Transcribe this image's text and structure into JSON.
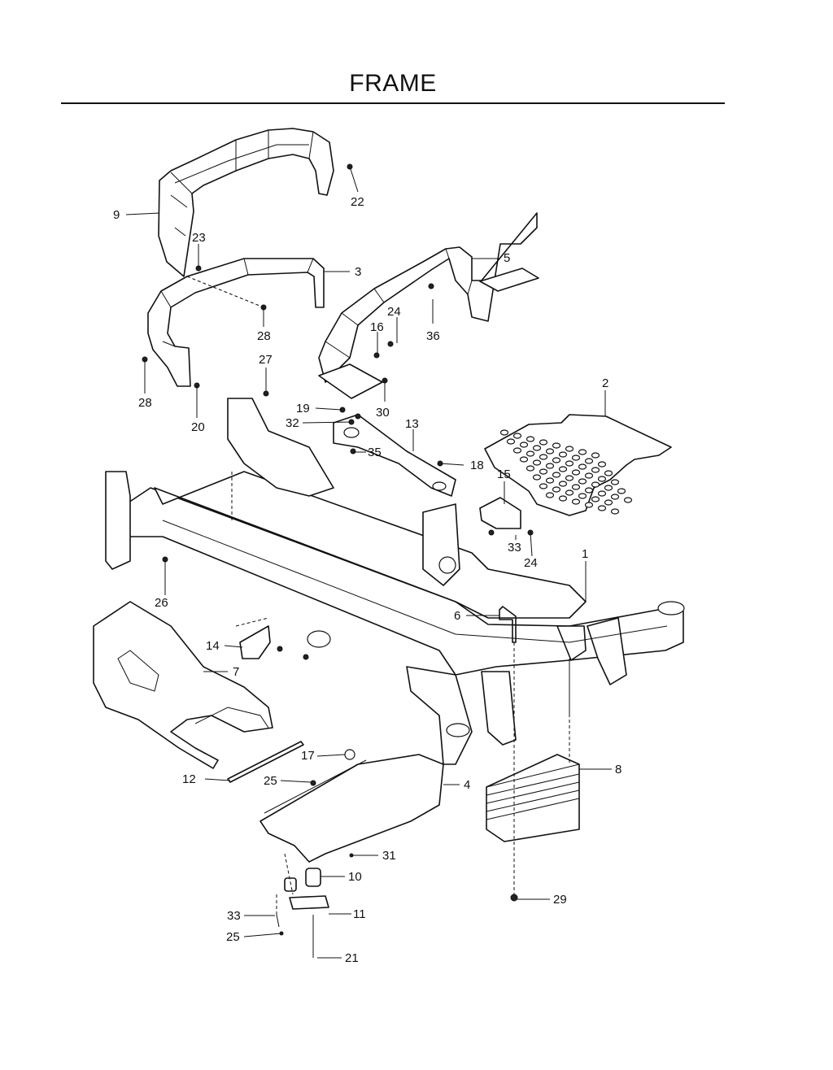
{
  "page": {
    "title": "FRAME"
  },
  "callouts": [
    {
      "id": "c1",
      "text": "1"
    },
    {
      "id": "c2",
      "text": "2"
    },
    {
      "id": "c3",
      "text": "3"
    },
    {
      "id": "c4",
      "text": "4"
    },
    {
      "id": "c5",
      "text": "5"
    },
    {
      "id": "c6",
      "text": "6"
    },
    {
      "id": "c7",
      "text": "7"
    },
    {
      "id": "c8",
      "text": "8"
    },
    {
      "id": "c9",
      "text": "9"
    },
    {
      "id": "c10",
      "text": "10"
    },
    {
      "id": "c11",
      "text": "11"
    },
    {
      "id": "c12",
      "text": "12"
    },
    {
      "id": "c13",
      "text": "13"
    },
    {
      "id": "c14",
      "text": "14"
    },
    {
      "id": "c15",
      "text": "15"
    },
    {
      "id": "c16",
      "text": "16"
    },
    {
      "id": "c17",
      "text": "17"
    },
    {
      "id": "c18",
      "text": "18"
    },
    {
      "id": "c19",
      "text": "19"
    },
    {
      "id": "c20",
      "text": "20"
    },
    {
      "id": "c21",
      "text": "21"
    },
    {
      "id": "c22",
      "text": "22"
    },
    {
      "id": "c23",
      "text": "23"
    },
    {
      "id": "c24a",
      "text": "24"
    },
    {
      "id": "c24b",
      "text": "24"
    },
    {
      "id": "c25a",
      "text": "25"
    },
    {
      "id": "c25b",
      "text": "25"
    },
    {
      "id": "c26",
      "text": "26"
    },
    {
      "id": "c27",
      "text": "27"
    },
    {
      "id": "c28a",
      "text": "28"
    },
    {
      "id": "c28b",
      "text": "28"
    },
    {
      "id": "c29",
      "text": "29"
    },
    {
      "id": "c30",
      "text": "30"
    },
    {
      "id": "c31",
      "text": "31"
    },
    {
      "id": "c32",
      "text": "32"
    },
    {
      "id": "c33a",
      "text": "33"
    },
    {
      "id": "c33b",
      "text": "33"
    },
    {
      "id": "c35",
      "text": "35"
    },
    {
      "id": "c36",
      "text": "36"
    }
  ]
}
